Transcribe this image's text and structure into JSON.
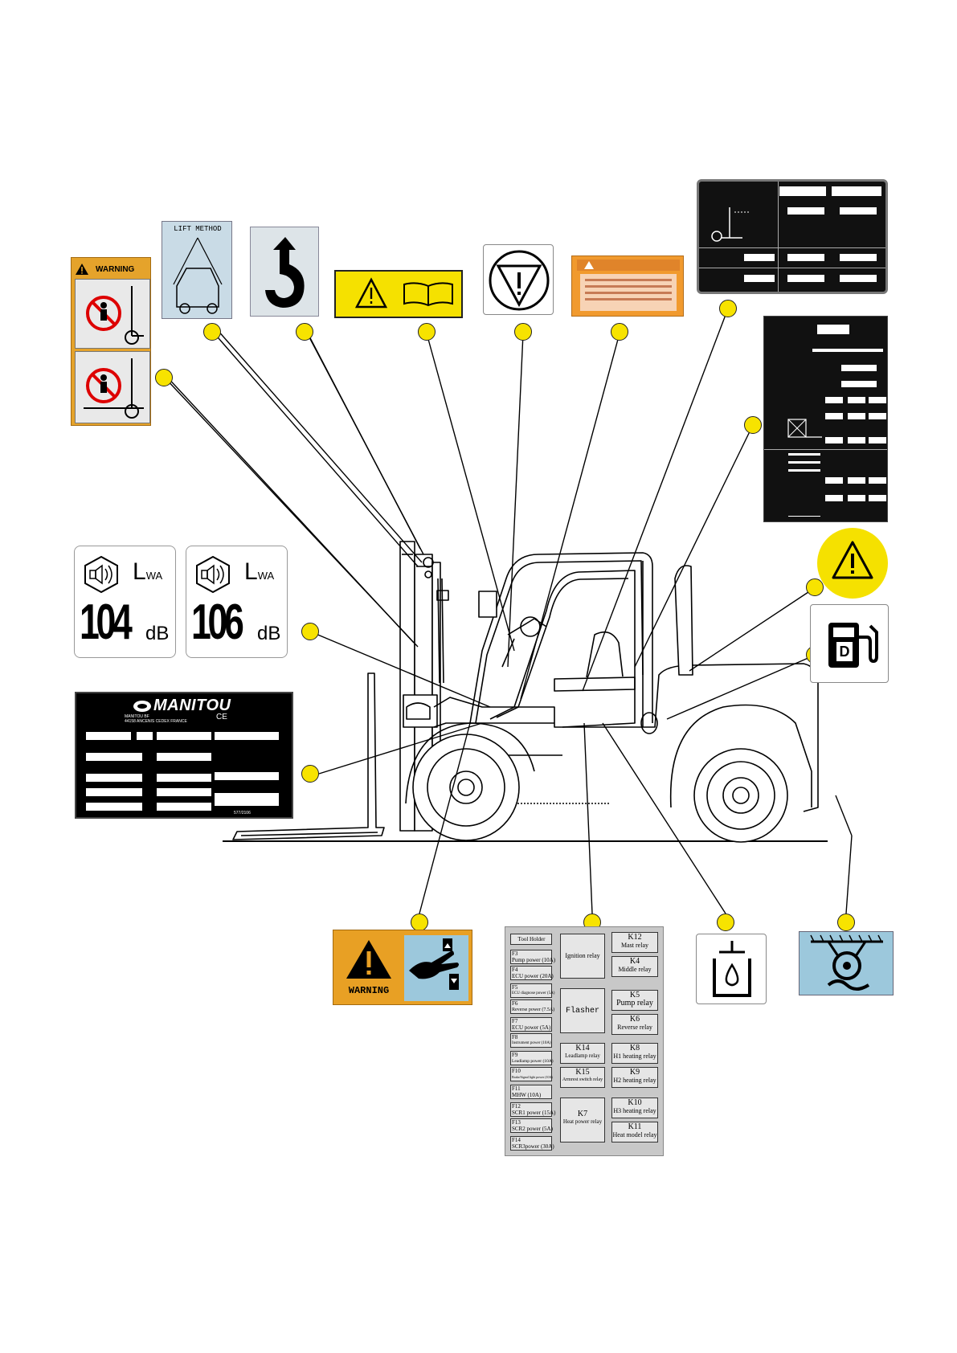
{
  "decals": {
    "warning_persons": {
      "header": "WARNING"
    },
    "lift_method": {
      "title": "LIFT METHOD"
    },
    "pinch_warning": {
      "label": "WARNING"
    },
    "noise_a": {
      "value": "104",
      "unit": "dB",
      "symbol": "L",
      "sub": "WA"
    },
    "noise_b": {
      "value": "106",
      "unit": "dB",
      "symbol": "L",
      "sub": "WA"
    },
    "fuel": {
      "letter": "D"
    },
    "plate": {
      "brand": "MANITOU",
      "company": "MANITOU BF",
      "address": "44158 ANCENIS CEDEX FRANCE",
      "serial": "577/2106"
    }
  },
  "fuse_panel": {
    "tool_holder": "Tool Holder",
    "fuses": [
      {
        "id": "F3",
        "label": "Pump power (10A)"
      },
      {
        "id": "F4",
        "label": "ECU power (20A)"
      },
      {
        "id": "F5",
        "label": "ECU diagnose power (5A)"
      },
      {
        "id": "F6",
        "label": "Reverse power (7.5A)"
      },
      {
        "id": "F7",
        "label": "ECU power (5A)"
      },
      {
        "id": "F8",
        "label": "Instrument power (10A)"
      },
      {
        "id": "F9",
        "label": "Leadlamp power (10A)"
      },
      {
        "id": "F10",
        "label": "Brake/Signal light power (10A)"
      },
      {
        "id": "F11",
        "label": "MHW (10A)"
      },
      {
        "id": "F12",
        "label": "SCR1 power (15A)"
      },
      {
        "id": "F13",
        "label": "SCR2 power (5A)"
      },
      {
        "id": "F14",
        "label": "SCR3power (30A)"
      }
    ],
    "ignition": "Ignition relay",
    "flasher": "Flasher",
    "k14": {
      "id": "K14",
      "label": "Leadlamp relay"
    },
    "k15": {
      "id": "K15",
      "label": "Armrest switch relay"
    },
    "k7": {
      "id": "K7",
      "label": "Heat power relay"
    },
    "k12": {
      "id": "K12",
      "label": "Mast relay"
    },
    "k4": {
      "id": "K4",
      "label": "Middle relay"
    },
    "k5": {
      "id": "K5",
      "label": "Pump relay"
    },
    "k6": {
      "id": "K6",
      "label": "Reverse relay"
    },
    "k8": {
      "id": "K8",
      "label": "H1 heating relay"
    },
    "k9": {
      "id": "K9",
      "label": "H2 heating relay"
    },
    "k10": {
      "id": "K10",
      "label": "H3 heating relay"
    },
    "k11": {
      "id": "K11",
      "label": "Heat model relay"
    }
  },
  "colors": {
    "callout": "#f7e300",
    "warning_orange": "#e89a1c",
    "caution_yellow": "#f5e100",
    "decal_blue": "#9cc8dc"
  }
}
